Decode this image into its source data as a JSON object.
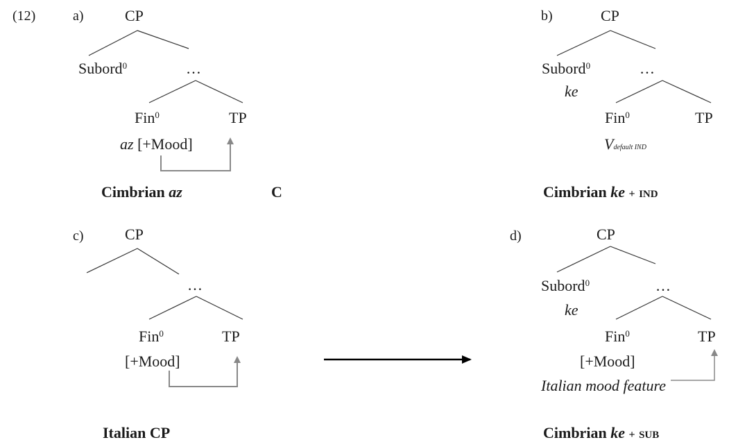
{
  "example_number": "(12)",
  "a": {
    "label": "a)",
    "root": "CP",
    "head": "Subord",
    "head_sup": "0",
    "dots": "…",
    "fin": "Fin",
    "fin_sup": "0",
    "tp": "TP",
    "feature_word": "az",
    "feature": "[+Mood]",
    "caption_prefix": "Cimbrian",
    "caption_word": "az",
    "caption_extra": "C"
  },
  "b": {
    "label": "b)",
    "root": "CP",
    "head": "Subord",
    "head_sup": "0",
    "head_word": "ke",
    "dots": "…",
    "fin": "Fin",
    "fin_sup": "0",
    "tp": "TP",
    "v_main": "V",
    "v_sub": "default IND",
    "caption_prefix": "Cimbrian",
    "caption_word": "ke",
    "caption_plus": "+",
    "caption_mood": "ind"
  },
  "c": {
    "label": "c)",
    "root": "CP",
    "dots": "…",
    "fin": "Fin",
    "fin_sup": "0",
    "tp": "TP",
    "feature": "[+Mood]",
    "caption": "Italian CP"
  },
  "d": {
    "label": "d)",
    "root": "CP",
    "head": "Subord",
    "head_sup": "0",
    "head_word": "ke",
    "dots": "…",
    "fin": "Fin",
    "fin_sup": "0",
    "tp": "TP",
    "feature": "[+Mood]",
    "note": "Italian mood feature",
    "caption_prefix": "Cimbrian",
    "caption_word": "ke",
    "caption_plus": "+",
    "caption_mood": "sub"
  },
  "colors": {
    "text": "#1a1a1a",
    "line": "#333333",
    "arrow": "#888888",
    "big_arrow": "#000000"
  }
}
